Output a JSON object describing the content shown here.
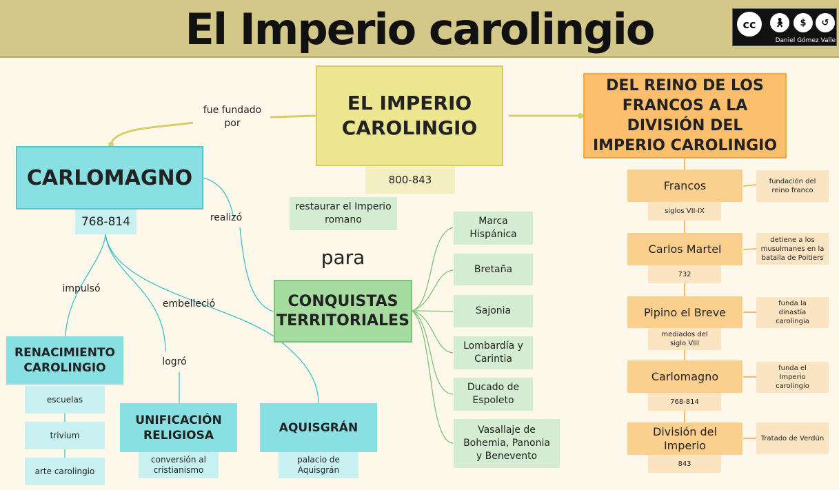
{
  "title": "El Imperio carolingio",
  "license": {
    "badge": [
      "cc",
      "by",
      "nc",
      "sa"
    ],
    "author": "Daniel Gómez Valle"
  },
  "center": {
    "title": "EL IMPERIO CAROLINGIO",
    "dates": "800-843"
  },
  "founder": {
    "connector": "fue fundado por",
    "name": "CARLOMAGNO",
    "dates": "768-814"
  },
  "goal": {
    "text": "restaurar el Imperio romano",
    "connector": "para"
  },
  "conquests": {
    "connector": "realizó",
    "title": "CONQUISTAS TERRITORIALES",
    "items": [
      "Marca Hispánica",
      "Bretaña",
      "Sajonia",
      "Lombardía y Carintia",
      "Ducado de Espoleto",
      "Vasallaje de Bohemia, Panonia y Benevento"
    ]
  },
  "renaissance": {
    "connector": "impulsó",
    "title": "RENACIMIENTO CAROLINGIO",
    "items": [
      "escuelas",
      "trivium",
      "arte carolingio"
    ]
  },
  "unification": {
    "connector": "logró",
    "title": "UNIFICACIÓN RELIGIOSA",
    "detail": "conversión al cristianismo"
  },
  "aachen": {
    "connector": "embelleció",
    "title": "AQUISGRÁN",
    "detail": "palacio de Aquisgrán"
  },
  "timeline": {
    "title": "DEL REINO DE LOS FRANCOS A LA DIVISIÓN DEL IMPERIO CAROLINGIO",
    "items": [
      {
        "name": "Francos",
        "date": "siglos VII-IX",
        "note": "fundación del reino franco"
      },
      {
        "name": "Carlos Martel",
        "date": "732",
        "note": "detiene a los musulmanes en la batalla de Poitiers"
      },
      {
        "name": "Pipino el Breve",
        "date": "mediados del siglo VIII",
        "note": "funda la dinastía carolingia"
      },
      {
        "name": "Carlomagno",
        "date": "768-814",
        "note": "funda el Imperio carolingio"
      },
      {
        "name": "División del Imperio",
        "date": "843",
        "note": "Tratado de Verdún"
      }
    ]
  },
  "colors": {
    "title_bar": "#d3c889",
    "main": "#ede690",
    "orange": "#fbbe6c",
    "cyan": "#88e0e3",
    "green": "#a7dca1",
    "background": "#fdf8ea"
  }
}
